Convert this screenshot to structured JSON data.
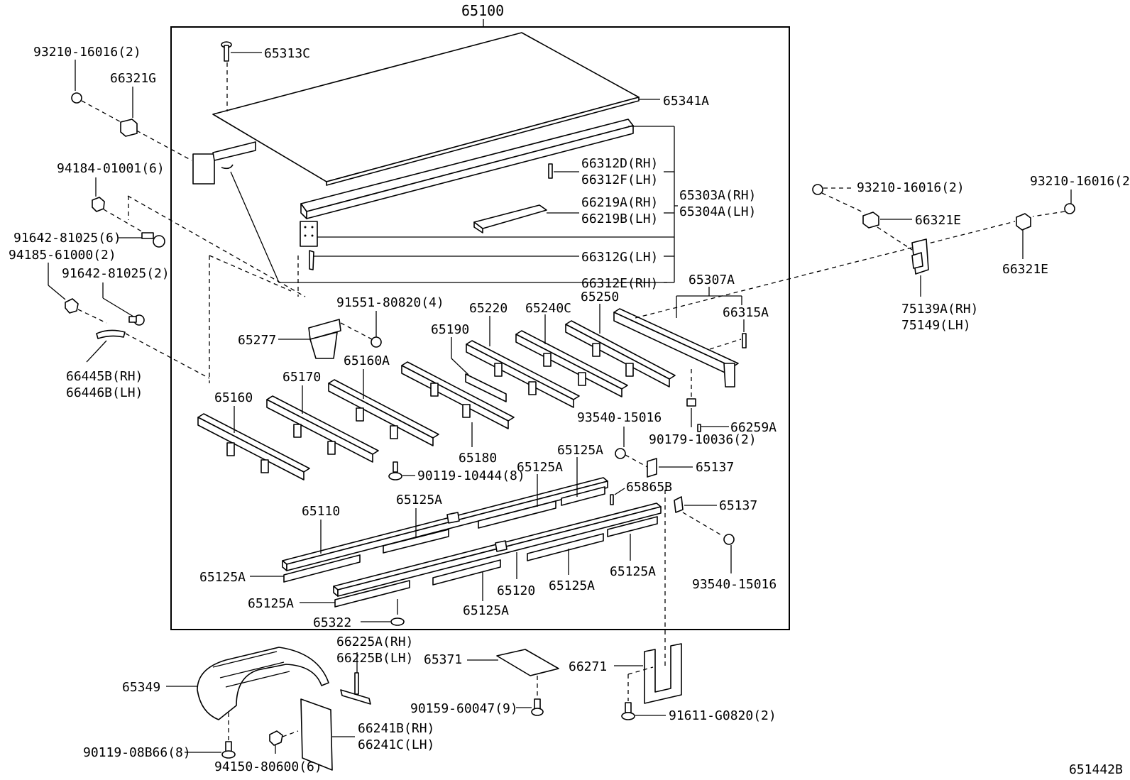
{
  "labels": {
    "l65100": "65100",
    "l65313C": "65313C",
    "l65341A": "65341A",
    "l66312D": "66312D(RH)",
    "l66312F": "66312F(LH)",
    "l66219A": "66219A(RH)",
    "l66219B": "66219B(LH)",
    "l65303A": "65303A(RH)",
    "l65304A": "65304A(LH)",
    "l66312G": "66312G(LH)",
    "l66312E": "66312E(RH)",
    "l93210a": "93210-16016(2)",
    "l66321G": "66321G",
    "l94184": "94184-01001(6)",
    "l91642a": "91642-81025(6)",
    "l94185": "94185-61000(2)",
    "l91642b": "91642-81025(2)",
    "l66445B": "66445B(RH)",
    "l66446B": "66446B(LH)",
    "l91551": "91551-80820(4)",
    "l65277": "65277",
    "l65220": "65220",
    "l65240C": "65240C",
    "l65250": "65250",
    "l65307A": "65307A",
    "l66315A": "66315A",
    "l65190": "65190",
    "l65170": "65170",
    "l65160A": "65160A",
    "l65160": "65160",
    "l65180": "65180",
    "l90119a": "90119-10444(8)",
    "l93540a": "93540-15016",
    "l66259A": "66259A",
    "l90179": "90179-10036(2)",
    "l65137a": "65137",
    "l65125A_1": "65125A",
    "l65125A_2": "65125A",
    "l65125A_3": "65125A",
    "l65865B": "65865B",
    "l65137b": "65137",
    "l65110": "65110",
    "l65125A_4": "65125A",
    "l65125A_5": "65125A",
    "l65125A_6": "65125A",
    "l65125A_7": "65125A",
    "l65125A_8": "65125A",
    "l65120": "65120",
    "l93540b": "93540-15016",
    "l65322": "65322",
    "l93210b": "93210-16016(2)",
    "l66321Ea": "66321E",
    "l93210c": "93210-16016(2)",
    "l66321Eb": "66321E",
    "l75139A": "75139A(RH)",
    "l75149": "75149(LH)",
    "l66225A": "66225A(RH)",
    "l66225B": "66225B(LH)",
    "l65371": "65371",
    "l66271": "66271",
    "l65349": "65349",
    "l90159": "90159-60047(9)",
    "l91611": "91611-G0820(2)",
    "l66241B": "66241B(RH)",
    "l66241C": "66241C(LH)",
    "l90119b": "90119-08B66(8)",
    "l94150": "94150-80600(6)",
    "l651442B": "651442B"
  }
}
